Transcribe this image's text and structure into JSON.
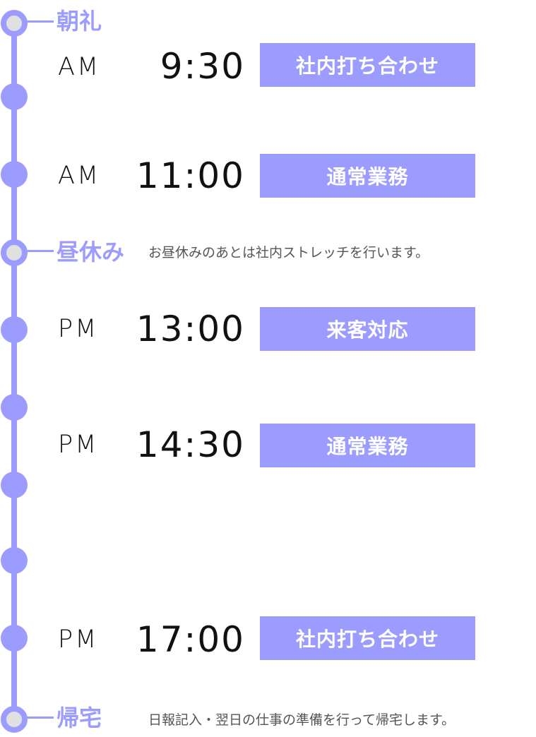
{
  "colors": {
    "accent": "#9c9cff",
    "marker_fill": "#e0e0e0",
    "text": "#111111",
    "note": "#555555"
  },
  "sections": {
    "morning": {
      "label": "朝礼"
    },
    "lunch": {
      "label": "昼休み",
      "note": "お昼休みのあとは社内ストレッチを行います。"
    },
    "home": {
      "label": "帰宅",
      "note": "日報記入・翌日の仕事の準備を行って帰宅します。"
    }
  },
  "schedule": [
    {
      "ampm": "AM",
      "time": "9:30",
      "task": "社内打ち合わせ"
    },
    {
      "ampm": "AM",
      "time": "11:00",
      "task": "通常業務"
    },
    {
      "ampm": "PM",
      "time": "13:00",
      "task": "来客対応"
    },
    {
      "ampm": "PM",
      "time": "14:30",
      "task": "通常業務"
    },
    {
      "ampm": "PM",
      "time": "17:00",
      "task": "社内打ち合わせ"
    }
  ]
}
